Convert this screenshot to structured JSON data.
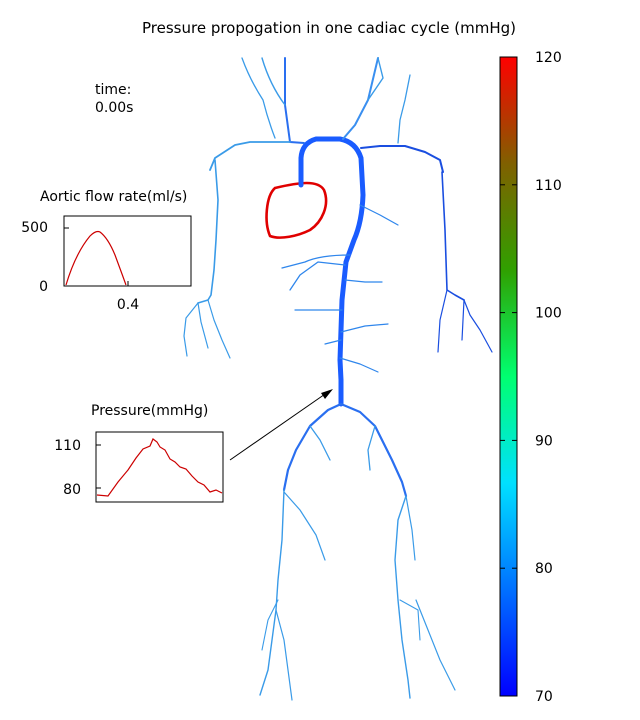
{
  "title": "Pressure propogation in one cadiac cycle (mmHg)",
  "time": {
    "label": "time:",
    "value": "0.00s"
  },
  "colorbar": {
    "ticks": [
      "120",
      "110",
      "100",
      "90",
      "80",
      "70"
    ],
    "min": 70,
    "max": 120,
    "colors": [
      "#0000ff",
      "#0070ff",
      "#00e0ff",
      "#00ff70",
      "#30a000",
      "#806000",
      "#ff0000"
    ]
  },
  "flow_inset": {
    "title": "Aortic flow rate(ml/s)",
    "y_ticks": [
      "500",
      "0"
    ],
    "x_ticks": [
      "0.4"
    ],
    "line_color": "#cc0000"
  },
  "pressure_inset": {
    "title": "Pressure(mmHg)",
    "y_ticks": [
      "110",
      "80"
    ],
    "line_color": "#cc0000"
  },
  "colors": {
    "heart": "#e00000",
    "aorta": "#1a5cff",
    "artery": "#2277ee",
    "periphery": "#3a9be8"
  }
}
